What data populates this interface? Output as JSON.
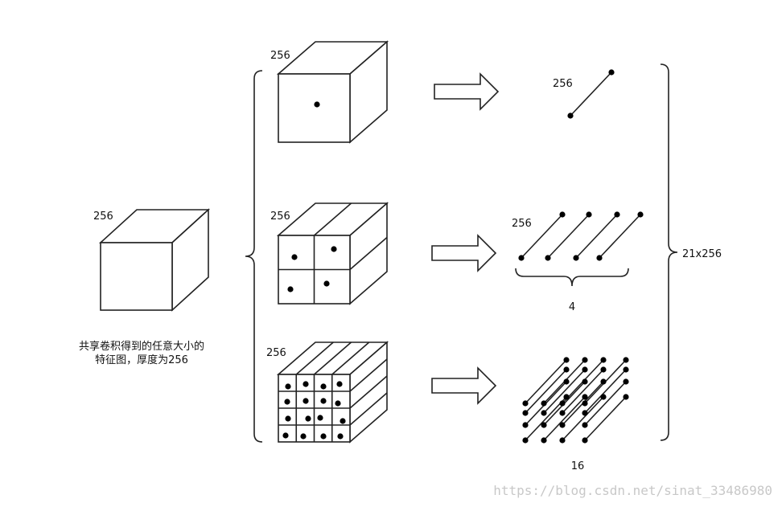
{
  "input": {
    "depth_label": "256",
    "caption_line1": "共享卷积得到的任意大小的",
    "caption_line2": "特征图，厚度为256"
  },
  "levels": [
    {
      "depth_label": "256",
      "grid": 1,
      "output_count_label": ""
    },
    {
      "depth_label": "256",
      "grid": 2,
      "output_count_label": "4"
    },
    {
      "depth_label": "256",
      "grid": 4,
      "output_count_label": "16"
    }
  ],
  "output_single_label": "256",
  "output_four_label": "256",
  "total_label": "21x256",
  "watermark": "https://blog.csdn.net/sinat_33486980"
}
